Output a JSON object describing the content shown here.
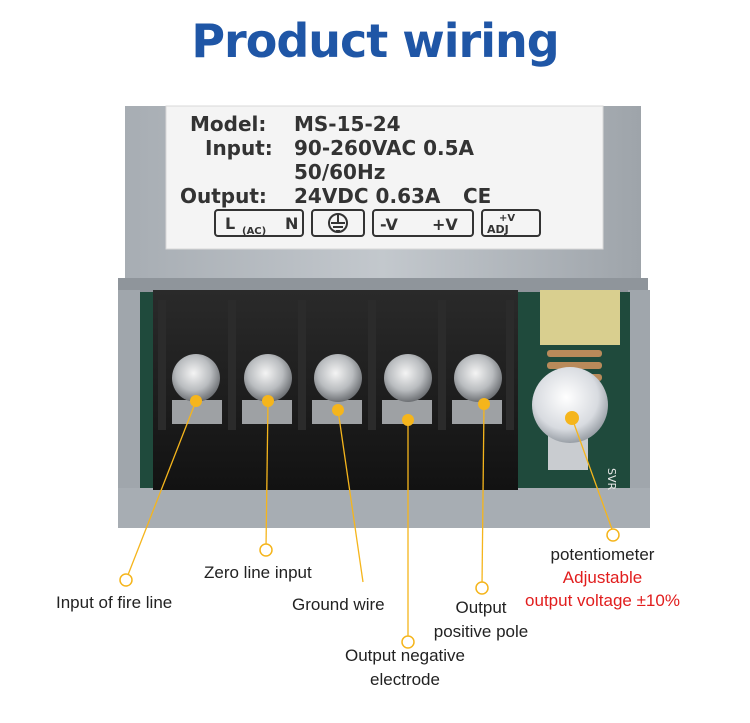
{
  "page_title": "Product wiring",
  "device_label": {
    "model_key": "Model:",
    "model_val": "MS-15-24",
    "input_key": "Input:",
    "input_val": "90-260VAC 0.5A",
    "input_val2": "50/60Hz",
    "output_key": "Output:",
    "output_val": "24VDC 0.63A",
    "ce_mark": "CE",
    "terminals": {
      "l": "L",
      "ac": "(AC)",
      "n": "N",
      "neg": "-V",
      "pos": "+V",
      "adj_top": "+V",
      "adj_bottom": "ADJ"
    }
  },
  "board_mark": "SVR",
  "callouts": {
    "fire_line": "Input of fire line",
    "zero_line": "Zero line input",
    "ground": "Ground wire",
    "neg_line1": "Output  negative",
    "neg_line2": "electrode",
    "pos_line1": "Output",
    "pos_line2": "positive pole",
    "pot_line1": "potentiometer",
    "pot_line2": "Adjustable",
    "pot_line3": "output voltage ±10%"
  },
  "colors": {
    "title": "#1f56a6",
    "accent_dot": "#f5b51c",
    "highlight_text": "#e11d1d"
  }
}
